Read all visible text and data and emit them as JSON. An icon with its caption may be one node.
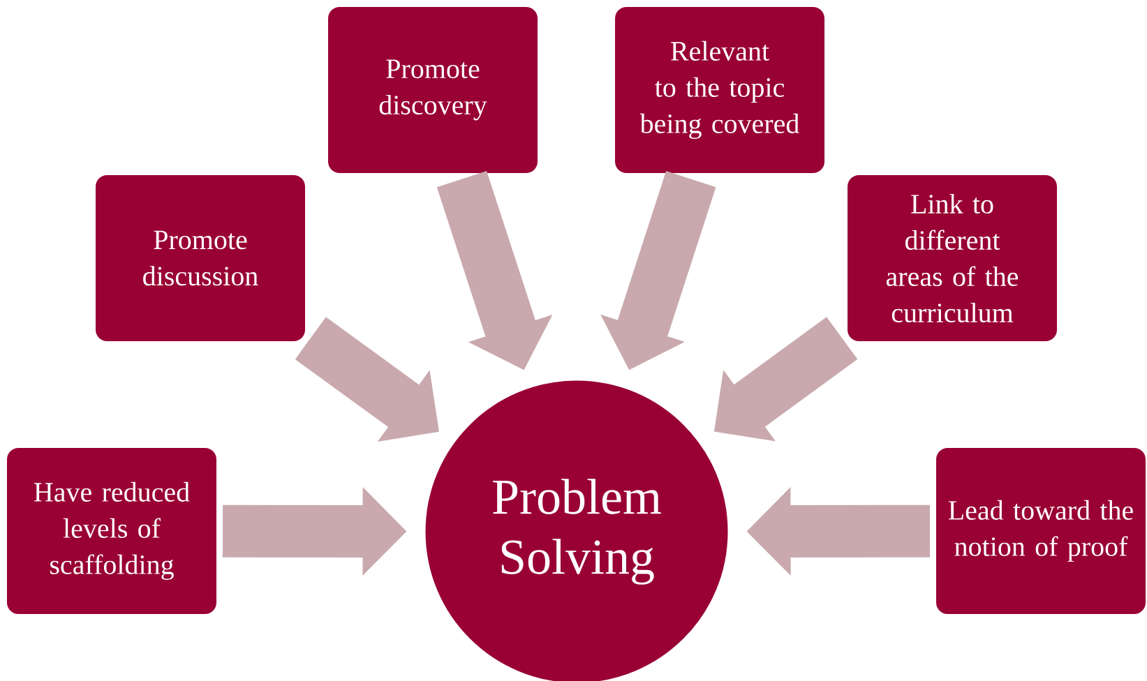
{
  "diagram": {
    "nodes": [
      {
        "text": [
          "Promote discovery"
        ]
      },
      {
        "text": [
          "Relevant to the topic being covered"
        ]
      },
      {
        "text": [
          "Promote discussion"
        ]
      },
      {
        "text": [
          "Link to different areas of the curriculum"
        ]
      },
      {
        "text": [
          "Have reduced levels of scaffolding"
        ]
      },
      {
        "text": [
          "Problem Solving"
        ]
      },
      {
        "text": [
          "Lead toward the notion of proof"
        ]
      }
    ],
    "edges": [
      {
        "from": 0,
        "to": 5,
        "arrow": "to"
      },
      {
        "from": 1,
        "to": 5,
        "arrow": "to"
      },
      {
        "from": 2,
        "to": 5,
        "arrow": "to"
      },
      {
        "from": 3,
        "to": 5,
        "arrow": "to"
      },
      {
        "from": 4,
        "to": 5,
        "arrow": "to"
      },
      {
        "from": 6,
        "to": 5,
        "arrow": "to"
      }
    ]
  }
}
